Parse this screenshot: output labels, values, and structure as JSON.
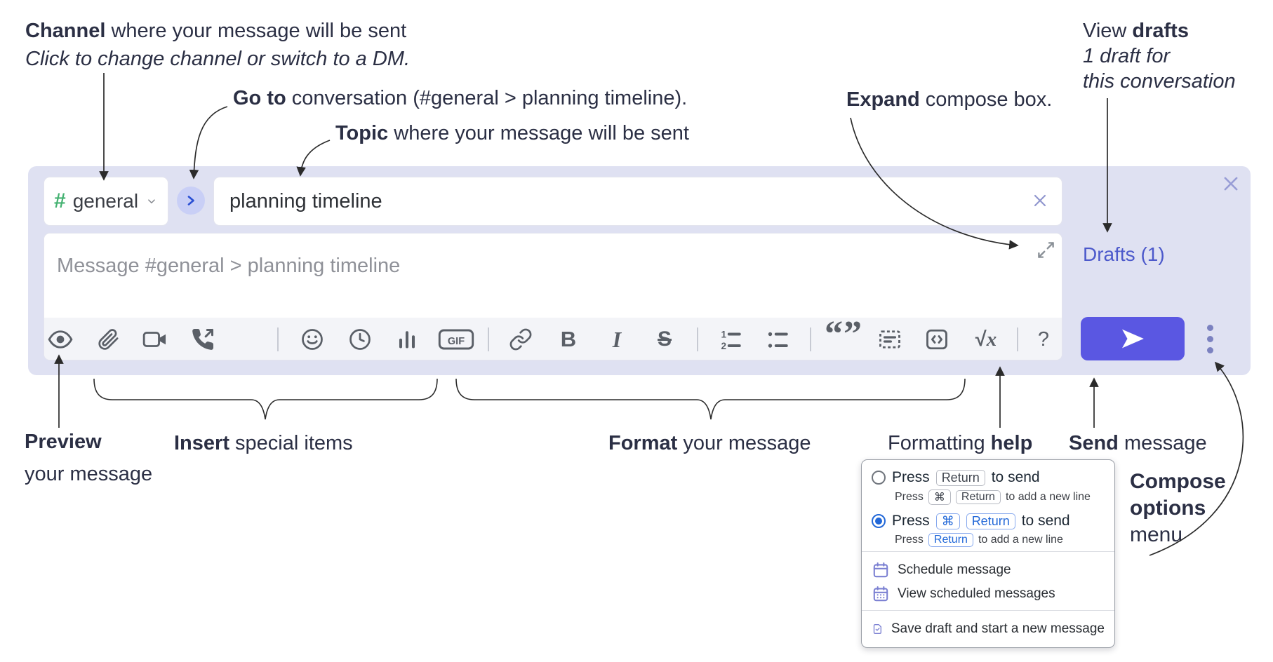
{
  "colors": {
    "compose-bg": "#dfe1f2",
    "toolbar-bg": "#f3f4f8",
    "send-bg": "#5a57e2",
    "accent-link": "#4c59cb",
    "hash-green": "#45b272",
    "goto-blue": "#2b50d4",
    "goto-circle-bg": "#c9cff6",
    "icon-gray": "#5a5f67",
    "key-blue": "#2268d8",
    "menu-icon-purple": "#7b80d2",
    "annotation-ink": "#2b2f44",
    "arrow-ink": "#2b2b2b",
    "close-purple": "#9298d0"
  },
  "annotations": {
    "channel": {
      "bold": "Channel",
      "rest": " where your message will be sent",
      "sub": "Click to change channel or switch to a DM."
    },
    "goto": {
      "bold": "Go to",
      "rest": " conversation (#general > planning timeline)."
    },
    "topic": {
      "bold": "Topic",
      "rest": " where your message will be sent"
    },
    "drafts": {
      "pre": "View ",
      "bold": "drafts",
      "line2": "1 draft for",
      "line3": "this conversation"
    },
    "expand": {
      "bold": "Expand",
      "rest": " compose box."
    },
    "preview": {
      "bold": "Preview",
      "line2": "your message"
    },
    "insert": {
      "bold": "Insert",
      "rest": " special items"
    },
    "format": {
      "bold": "Format",
      "rest": " your message"
    },
    "help": {
      "pre": "Formatting ",
      "bold": "help"
    },
    "send": {
      "bold": "Send",
      "rest": " message"
    },
    "options": {
      "line1": "Compose",
      "line2": "options",
      "line3": "menu"
    }
  },
  "compose": {
    "channel": {
      "hash": "#",
      "name": "general"
    },
    "topic": {
      "value": "planning timeline"
    },
    "message": {
      "placeholder": "Message #general > planning timeline"
    },
    "drafts_link": "Drafts (1)",
    "glyphs": {
      "gif": "GIF",
      "bold": "B",
      "italic": "I",
      "strike": "S",
      "quote": "“”",
      "root": "√",
      "var": "x",
      "help": "?",
      "one": "1",
      "two": "2"
    }
  },
  "options_menu": {
    "enter_sends_off": {
      "press": "Press",
      "key": "Return",
      "suffix": "to send",
      "sub_press": "Press",
      "sub_key1": "⌘",
      "sub_key2": "Return",
      "sub_suffix": "to add a new line"
    },
    "enter_sends_on": {
      "press": "Press",
      "key1": "⌘",
      "key2": "Return",
      "suffix": "to send",
      "sub_press": "Press",
      "sub_key": "Return",
      "sub_suffix": "to add a new line"
    },
    "items": [
      {
        "label": "Schedule message"
      },
      {
        "label": "View scheduled messages"
      },
      {
        "label": "Save draft and start a new message"
      }
    ]
  },
  "icons": {
    "toolbar": [
      "preview-eye",
      "attach-paperclip",
      "video-call",
      "voice-call",
      "emoji",
      "time",
      "poll",
      "gif",
      "link",
      "bold",
      "italic",
      "strikethrough",
      "numbered-list",
      "bulleted-list",
      "quote",
      "spoiler",
      "code",
      "math",
      "help"
    ],
    "other": [
      "chevron-down",
      "chevron-right",
      "clear-x",
      "close-x",
      "expand-diagonal",
      "send-arrow",
      "overflow-ellipsis",
      "calendar",
      "calendar-grid",
      "save-draft"
    ]
  }
}
